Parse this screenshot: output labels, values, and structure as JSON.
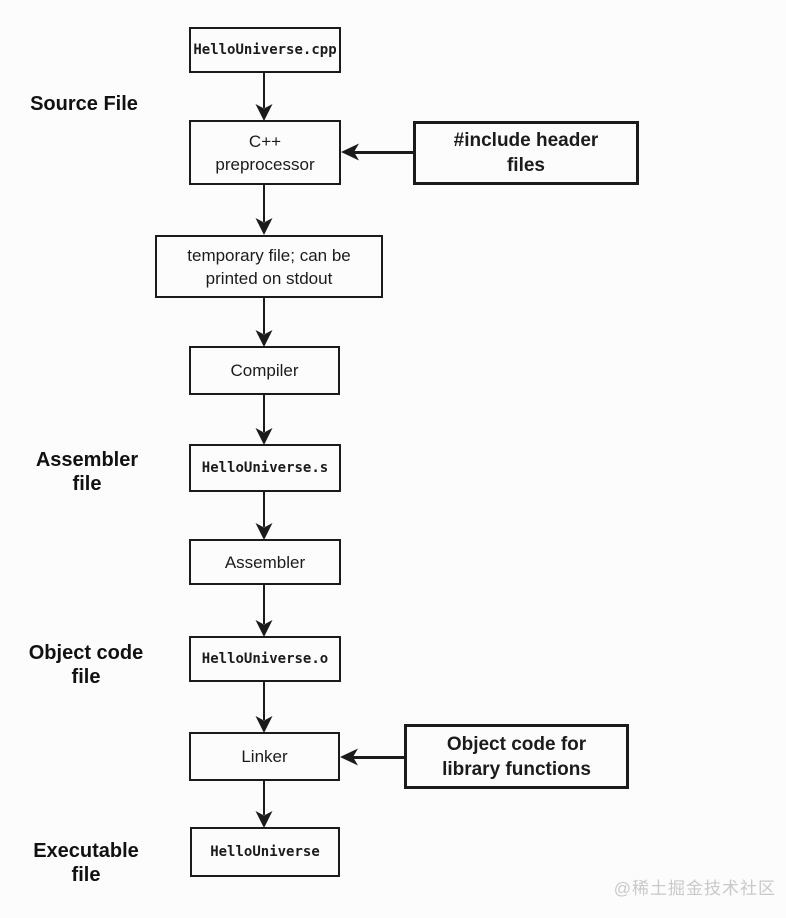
{
  "page": {
    "background": "#fcfcfc",
    "line_color": "#1b1b1b",
    "watermark_color": "#c9c9c9"
  },
  "nodes": {
    "source_cpp": {
      "label": "HelloUniverse.cpp"
    },
    "preprocessor": {
      "lines": [
        "C++",
        "preprocessor"
      ]
    },
    "include_headers": {
      "lines": [
        "#include header",
        "files"
      ]
    },
    "temp_file": {
      "lines": [
        "temporary file; can be",
        "printed on stdout"
      ]
    },
    "compiler": {
      "label": "Compiler"
    },
    "assembler_s": {
      "label": "HelloUniverse.s"
    },
    "assembler": {
      "label": "Assembler"
    },
    "object_o": {
      "label": "HelloUniverse.o"
    },
    "linker": {
      "label": "Linker"
    },
    "library_objects": {
      "lines": [
        "Object code for",
        "library functions"
      ]
    },
    "executable": {
      "label": "HelloUniverse"
    }
  },
  "side_labels": {
    "source": {
      "lines": [
        "Source File",
        ""
      ]
    },
    "assembler": {
      "lines": [
        "Assembler",
        "file"
      ]
    },
    "object": {
      "lines": [
        "Object code",
        "file"
      ]
    },
    "executable": {
      "lines": [
        "Executable",
        "file"
      ]
    }
  },
  "watermark": {
    "text": "@稀土掘金技术社区"
  }
}
